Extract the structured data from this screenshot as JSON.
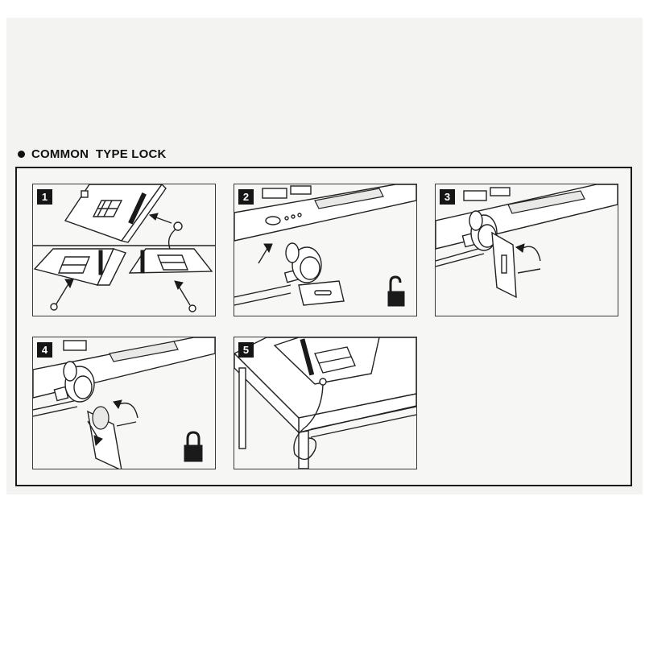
{
  "heading": {
    "text": "COMMON  TYPE LOCK"
  },
  "steps": [
    {
      "number": "1",
      "description": "laptop-security-slot-insert"
    },
    {
      "number": "2",
      "description": "insert-lock-unlocked"
    },
    {
      "number": "3",
      "description": "turn-key"
    },
    {
      "number": "4",
      "description": "remove-key-locked"
    },
    {
      "number": "5",
      "description": "cable-looped-around-table-leg"
    }
  ],
  "icons": {
    "open_padlock": "padlock-open-icon",
    "closed_padlock": "padlock-closed-icon",
    "arrow": "arrow-icon"
  }
}
